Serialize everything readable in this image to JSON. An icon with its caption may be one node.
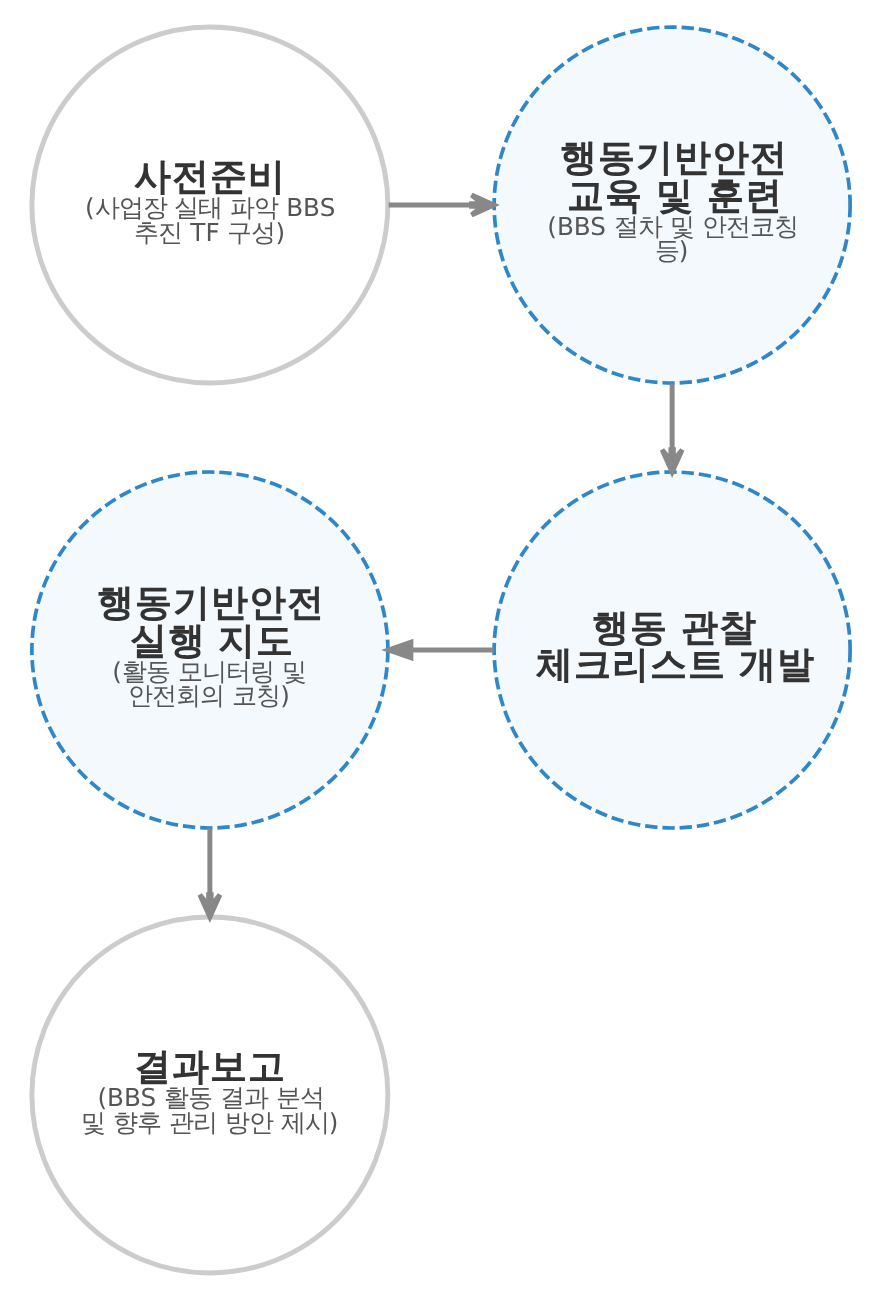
{
  "diagram": {
    "nodes": [
      {
        "text": [
          "사전준비",
          "(사업장 실태 파악 BBS 추진 TF 구성)"
        ]
      },
      {
        "text": [
          "행동기반안전 교육 및 훈련",
          "(BBS 절차 및 안전코칭 등)"
        ]
      },
      {
        "text": [
          "행동 관찰 체크리스트 개발"
        ]
      },
      {
        "text": [
          "행동기반안전 실행 지도",
          "(활동 모니터링 및 안전회의 코칭)"
        ]
      },
      {
        "text": [
          "결과보고",
          "(BBS 활동 결과 분석 및 향후 관리 방안 제시)"
        ]
      }
    ],
    "edges": [
      {
        "from": 0,
        "to": 1,
        "arrow": "to"
      },
      {
        "from": 1,
        "to": 2,
        "arrow": "to"
      },
      {
        "from": 2,
        "to": 3,
        "arrow": "to"
      },
      {
        "from": 3,
        "to": 4,
        "arrow": "to"
      }
    ]
  }
}
